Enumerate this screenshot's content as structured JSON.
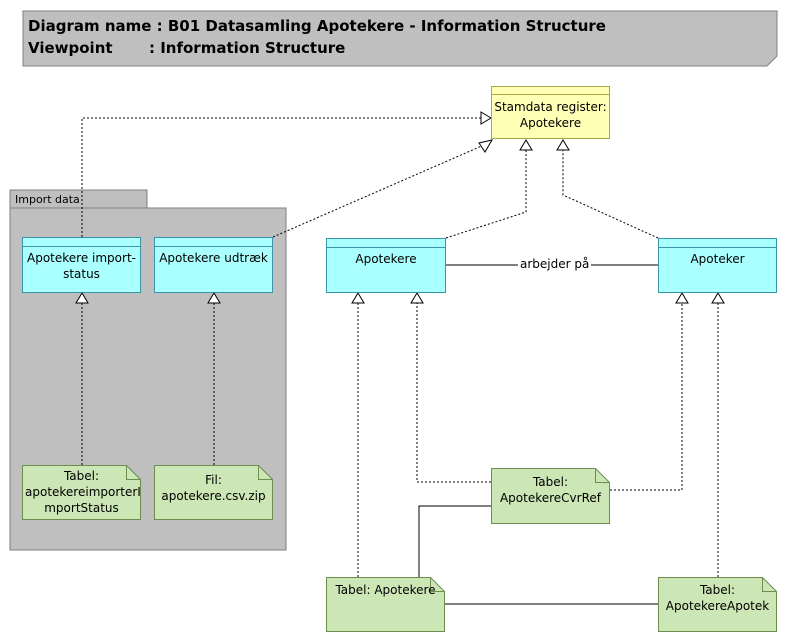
{
  "header": {
    "line1": "Diagram name : B01 Datasamling Apotekere - Information Structure",
    "line2_label": "Viewpoint",
    "line2_value": ": Information Structure"
  },
  "group": {
    "label": "Import data"
  },
  "stamdata": {
    "line1": "Stamdata register:",
    "line2": "Apotekere"
  },
  "entities": {
    "import_status": {
      "line1": "Apotekere import-",
      "line2": "status"
    },
    "udtraek": {
      "line1": "Apotekere udtræk"
    },
    "apotekere": {
      "line1": "Apotekere"
    },
    "apoteker": {
      "line1": "Apoteker"
    }
  },
  "notes": {
    "import_status": {
      "line1": "Tabel:",
      "line2": "apotekereimporterI",
      "line3": "mportStatus"
    },
    "fil": {
      "line1": "Fil: apotekere.csv.zip"
    },
    "cvrref": {
      "line1": "Tabel:",
      "line2": "ApotekereCvrRef"
    },
    "tabel_apotekere": {
      "line1": "Tabel: Apotekere"
    },
    "tabel_apotek": {
      "line1": "Tabel:",
      "line2": "ApotekereApotek"
    }
  },
  "association": {
    "label": "arbejder på"
  },
  "colors": {
    "header_fill": "#bfbfbf",
    "group_fill": "#bfbfbf",
    "entity_fill": "#aaffff",
    "note_fill": "#cce6b5",
    "stamdata_fill": "#ffffb5"
  }
}
